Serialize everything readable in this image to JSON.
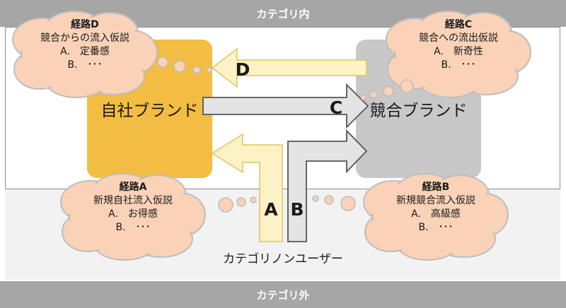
{
  "zones": {
    "inside_label": "カテゴリ内",
    "outside_label": "カテゴリ外"
  },
  "brands": {
    "own": "自社ブランド",
    "competitor": "競合ブランド"
  },
  "user_label": "カテゴリノンユーザー",
  "arrows": {
    "a": "A",
    "b": "B",
    "c": "C",
    "d": "D"
  },
  "routes": {
    "d": {
      "title": "経路D",
      "subtitle": "競合からの流入仮説",
      "item1": "A.　定番感",
      "item2": "B.　･･･"
    },
    "c": {
      "title": "経路C",
      "subtitle": "競合への流出仮説",
      "item1": "A.　新奇性",
      "item2": "B.　･･･"
    },
    "a": {
      "title": "経路A",
      "subtitle": "新規自社流入仮説",
      "item1": "A.　お得感",
      "item2": "B.　･･･"
    },
    "b": {
      "title": "経路B",
      "subtitle": "新規競合流入仮説",
      "item1": "A.　高級感",
      "item2": "B.　･･･"
    }
  },
  "colors": {
    "own_brand": "#f2bd42",
    "competitor_brand": "#c8c8c8",
    "cloud_fill": "#f9d2b7",
    "arrow_yellow": "#fdf1c6",
    "arrow_gray": "#e4e4e4"
  }
}
